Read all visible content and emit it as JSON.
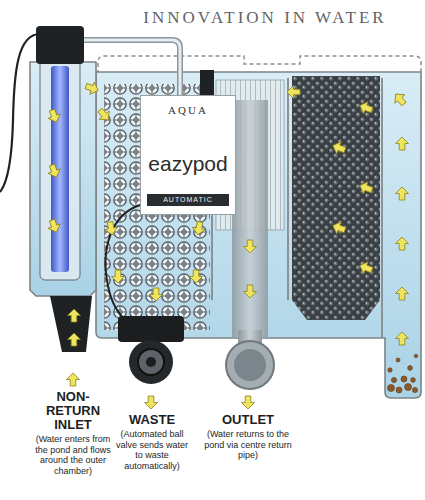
{
  "diagram": {
    "title": "INNOVATION IN WATER",
    "nodes": [
      {
        "text": [
          "AQUA",
          "eazypod",
          "AUTOMATIC"
        ]
      }
    ],
    "labels": [
      "NON-RETURN INLET",
      "(Water enters from the pond and flows around the outer chamber)",
      "WASTE",
      "(Automated ball valve sends water to waste automatically)",
      "OUTLET",
      "(Water returns to the pond via centre return pipe)"
    ]
  }
}
